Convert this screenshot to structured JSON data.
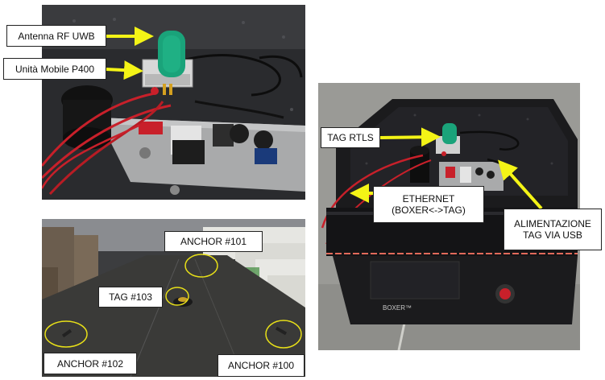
{
  "labels": {
    "antenna": "Antenna RF UWB",
    "unita_mobile": "Unità Mobile P400",
    "anchor_101": "ANCHOR #101",
    "tag_103": "TAG #103",
    "anchor_102": "ANCHOR #102",
    "anchor_100": "ANCHOR #100",
    "tag_rtls": "TAG RTLS",
    "ethernet_line1": "ETHERNET",
    "ethernet_line2": "(BOXER<->TAG)",
    "alimentazione_line1": "ALIMENTAZIONE",
    "alimentazione_line2": "TAG VIA USB"
  },
  "colors": {
    "arrow": "#f4f416",
    "circle": "#e8e018",
    "antenna_green": "#1aa37a",
    "cable_red": "#c8202a",
    "robot_dark": "#1b1b1d",
    "plate_metal": "#a9aaab"
  }
}
